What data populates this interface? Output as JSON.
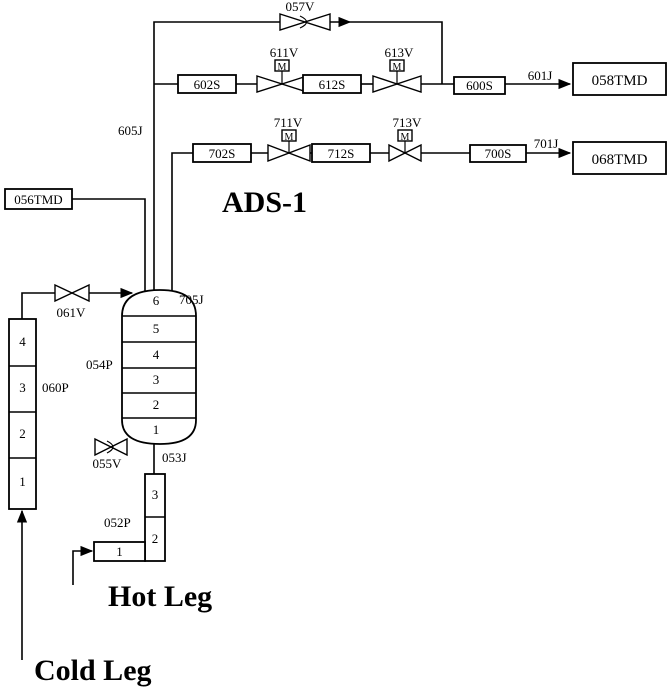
{
  "title": "ADS-1",
  "hot_leg": "Hot Leg",
  "cold_leg": "Cold Leg",
  "tank_id": "054P",
  "tank_cells": [
    "6",
    "5",
    "4",
    "3",
    "2",
    "1"
  ],
  "pipe_060p": {
    "id": "060P",
    "cells": [
      "4",
      "3",
      "2",
      "1"
    ]
  },
  "pipe_052p": {
    "id": "052P",
    "vertical_cells": [
      "3",
      "2"
    ],
    "horizontal_cell": "1"
  },
  "junctions": {
    "j605": "605J",
    "j705": "705J",
    "j053": "053J",
    "j601": "601J",
    "j701": "701J"
  },
  "valves": {
    "v057": "057V",
    "v611": "611V",
    "v613": "613V",
    "v711": "711V",
    "v713": "713V",
    "v061": "061V",
    "v055": "055V"
  },
  "motor_label": "M",
  "segments": {
    "s602": "602S",
    "s612": "612S",
    "s600": "600S",
    "s702": "702S",
    "s712": "712S",
    "s700": "700S"
  },
  "tmd": {
    "t058": "058TMD",
    "t068": "068TMD",
    "t056": "056TMD"
  }
}
